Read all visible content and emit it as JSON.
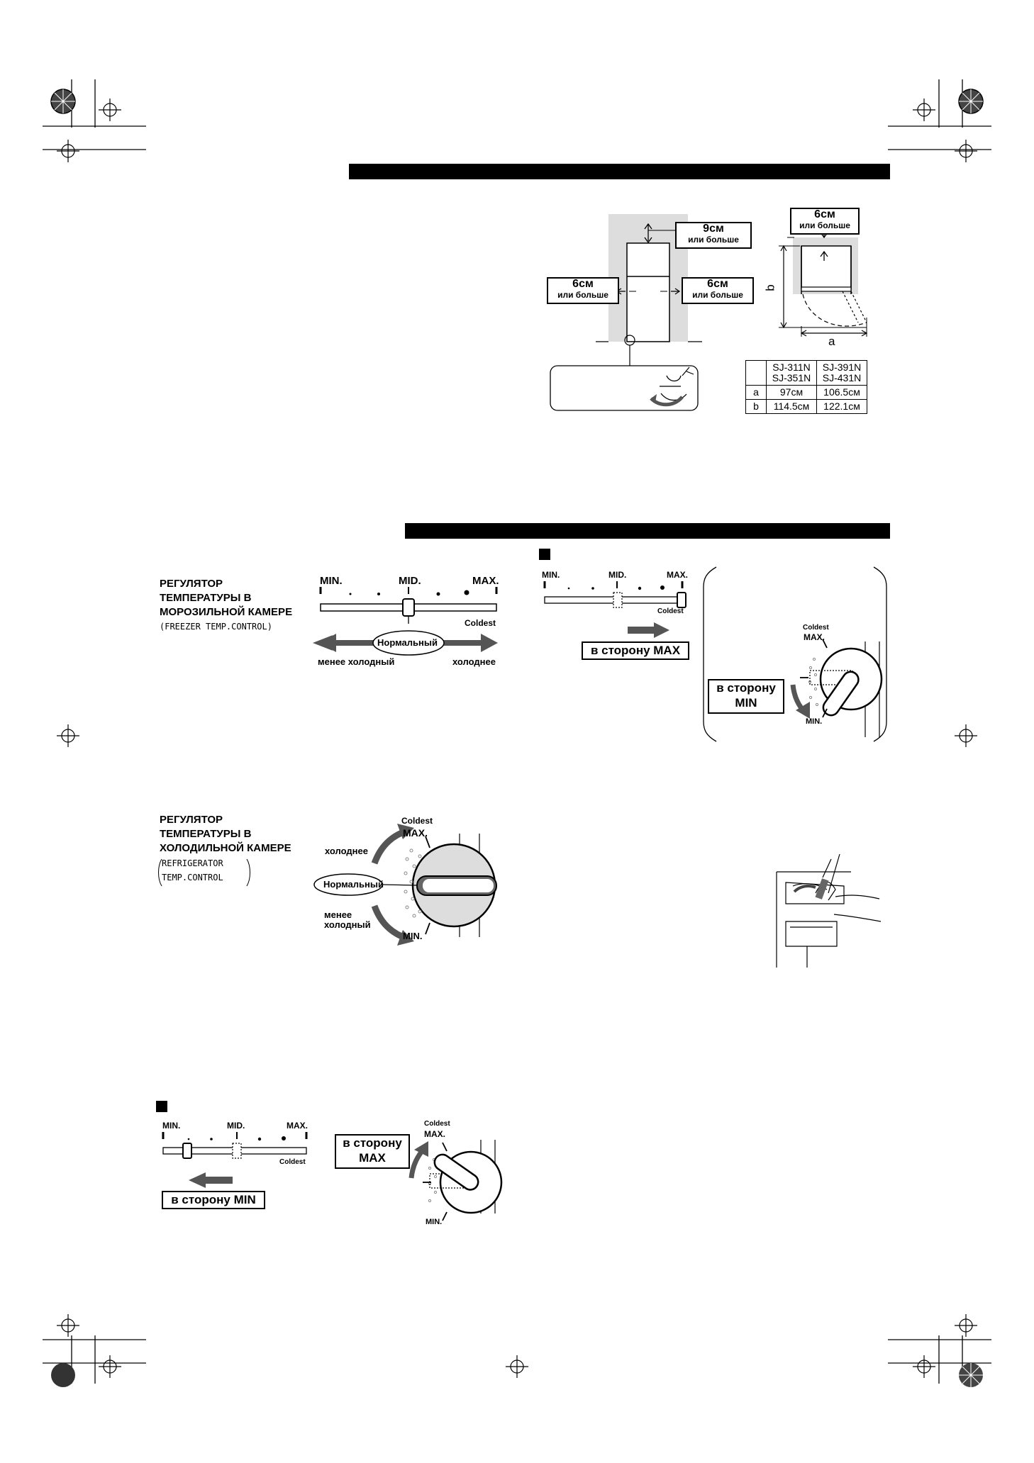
{
  "clearance": {
    "top": {
      "value": "9см",
      "note": "или больше"
    },
    "left": {
      "value": "6см",
      "note": "или больше"
    },
    "right": {
      "value": "6см",
      "note": "или больше"
    },
    "rear": {
      "value": "6см",
      "note": "или больше"
    },
    "dim_a": "a",
    "dim_b": "b"
  },
  "dims_table": {
    "headers": [
      "",
      "SJ-311N\nSJ-351N",
      "SJ-391N\nSJ-431N"
    ],
    "rows": [
      {
        "label": "a",
        "col1": "97см",
        "col2": "106.5см"
      },
      {
        "label": "b",
        "col1": "114.5см",
        "col2": "122.1см"
      }
    ]
  },
  "freezer": {
    "heading_lines": [
      "РЕГУЛЯТОР",
      "ТЕМПЕРАТУРЫ В",
      "МОРОЗИЛЬНОЙ КАМЕРЕ"
    ],
    "sub": "(FREEZER TEMP.CONTROL)",
    "min": "MIN.",
    "mid": "MID.",
    "max": "MAX.",
    "coldest": "Coldest",
    "normal": "Нормальный",
    "less_cold": "менее холодный",
    "colder": "холоднее"
  },
  "fridge": {
    "heading_lines": [
      "РЕГУЛЯТОР",
      "ТЕМПЕРАТУРЫ В",
      "ХОЛОДИЛЬНОЙ КАМЕРЕ"
    ],
    "sub_lines": [
      "REFRIGERATOR",
      "TEMP.CONTROL"
    ],
    "coldest": "Coldest",
    "max": "MAX.",
    "min": "MIN.",
    "colder": "холоднее",
    "normal": "Нормальный",
    "less_cold_lines": [
      "менее",
      "холодный"
    ]
  },
  "case_max": {
    "min": "MIN.",
    "mid": "MID.",
    "max": "MAX.",
    "coldest": "Coldest",
    "to_max": "в сторону MAX",
    "to_min_lines": [
      "в сторону",
      "MIN"
    ],
    "dial_coldest": "Coldest",
    "dial_max": "MAX.",
    "dial_min": "MIN."
  },
  "case_min": {
    "min": "MIN.",
    "mid": "MID.",
    "max": "MAX.",
    "coldest": "Coldest",
    "to_min": "в сторону MIN",
    "to_max_lines": [
      "в сторону",
      "MAX"
    ],
    "dial_coldest": "Coldest",
    "dial_max": "MAX.",
    "dial_min": "MIN."
  }
}
